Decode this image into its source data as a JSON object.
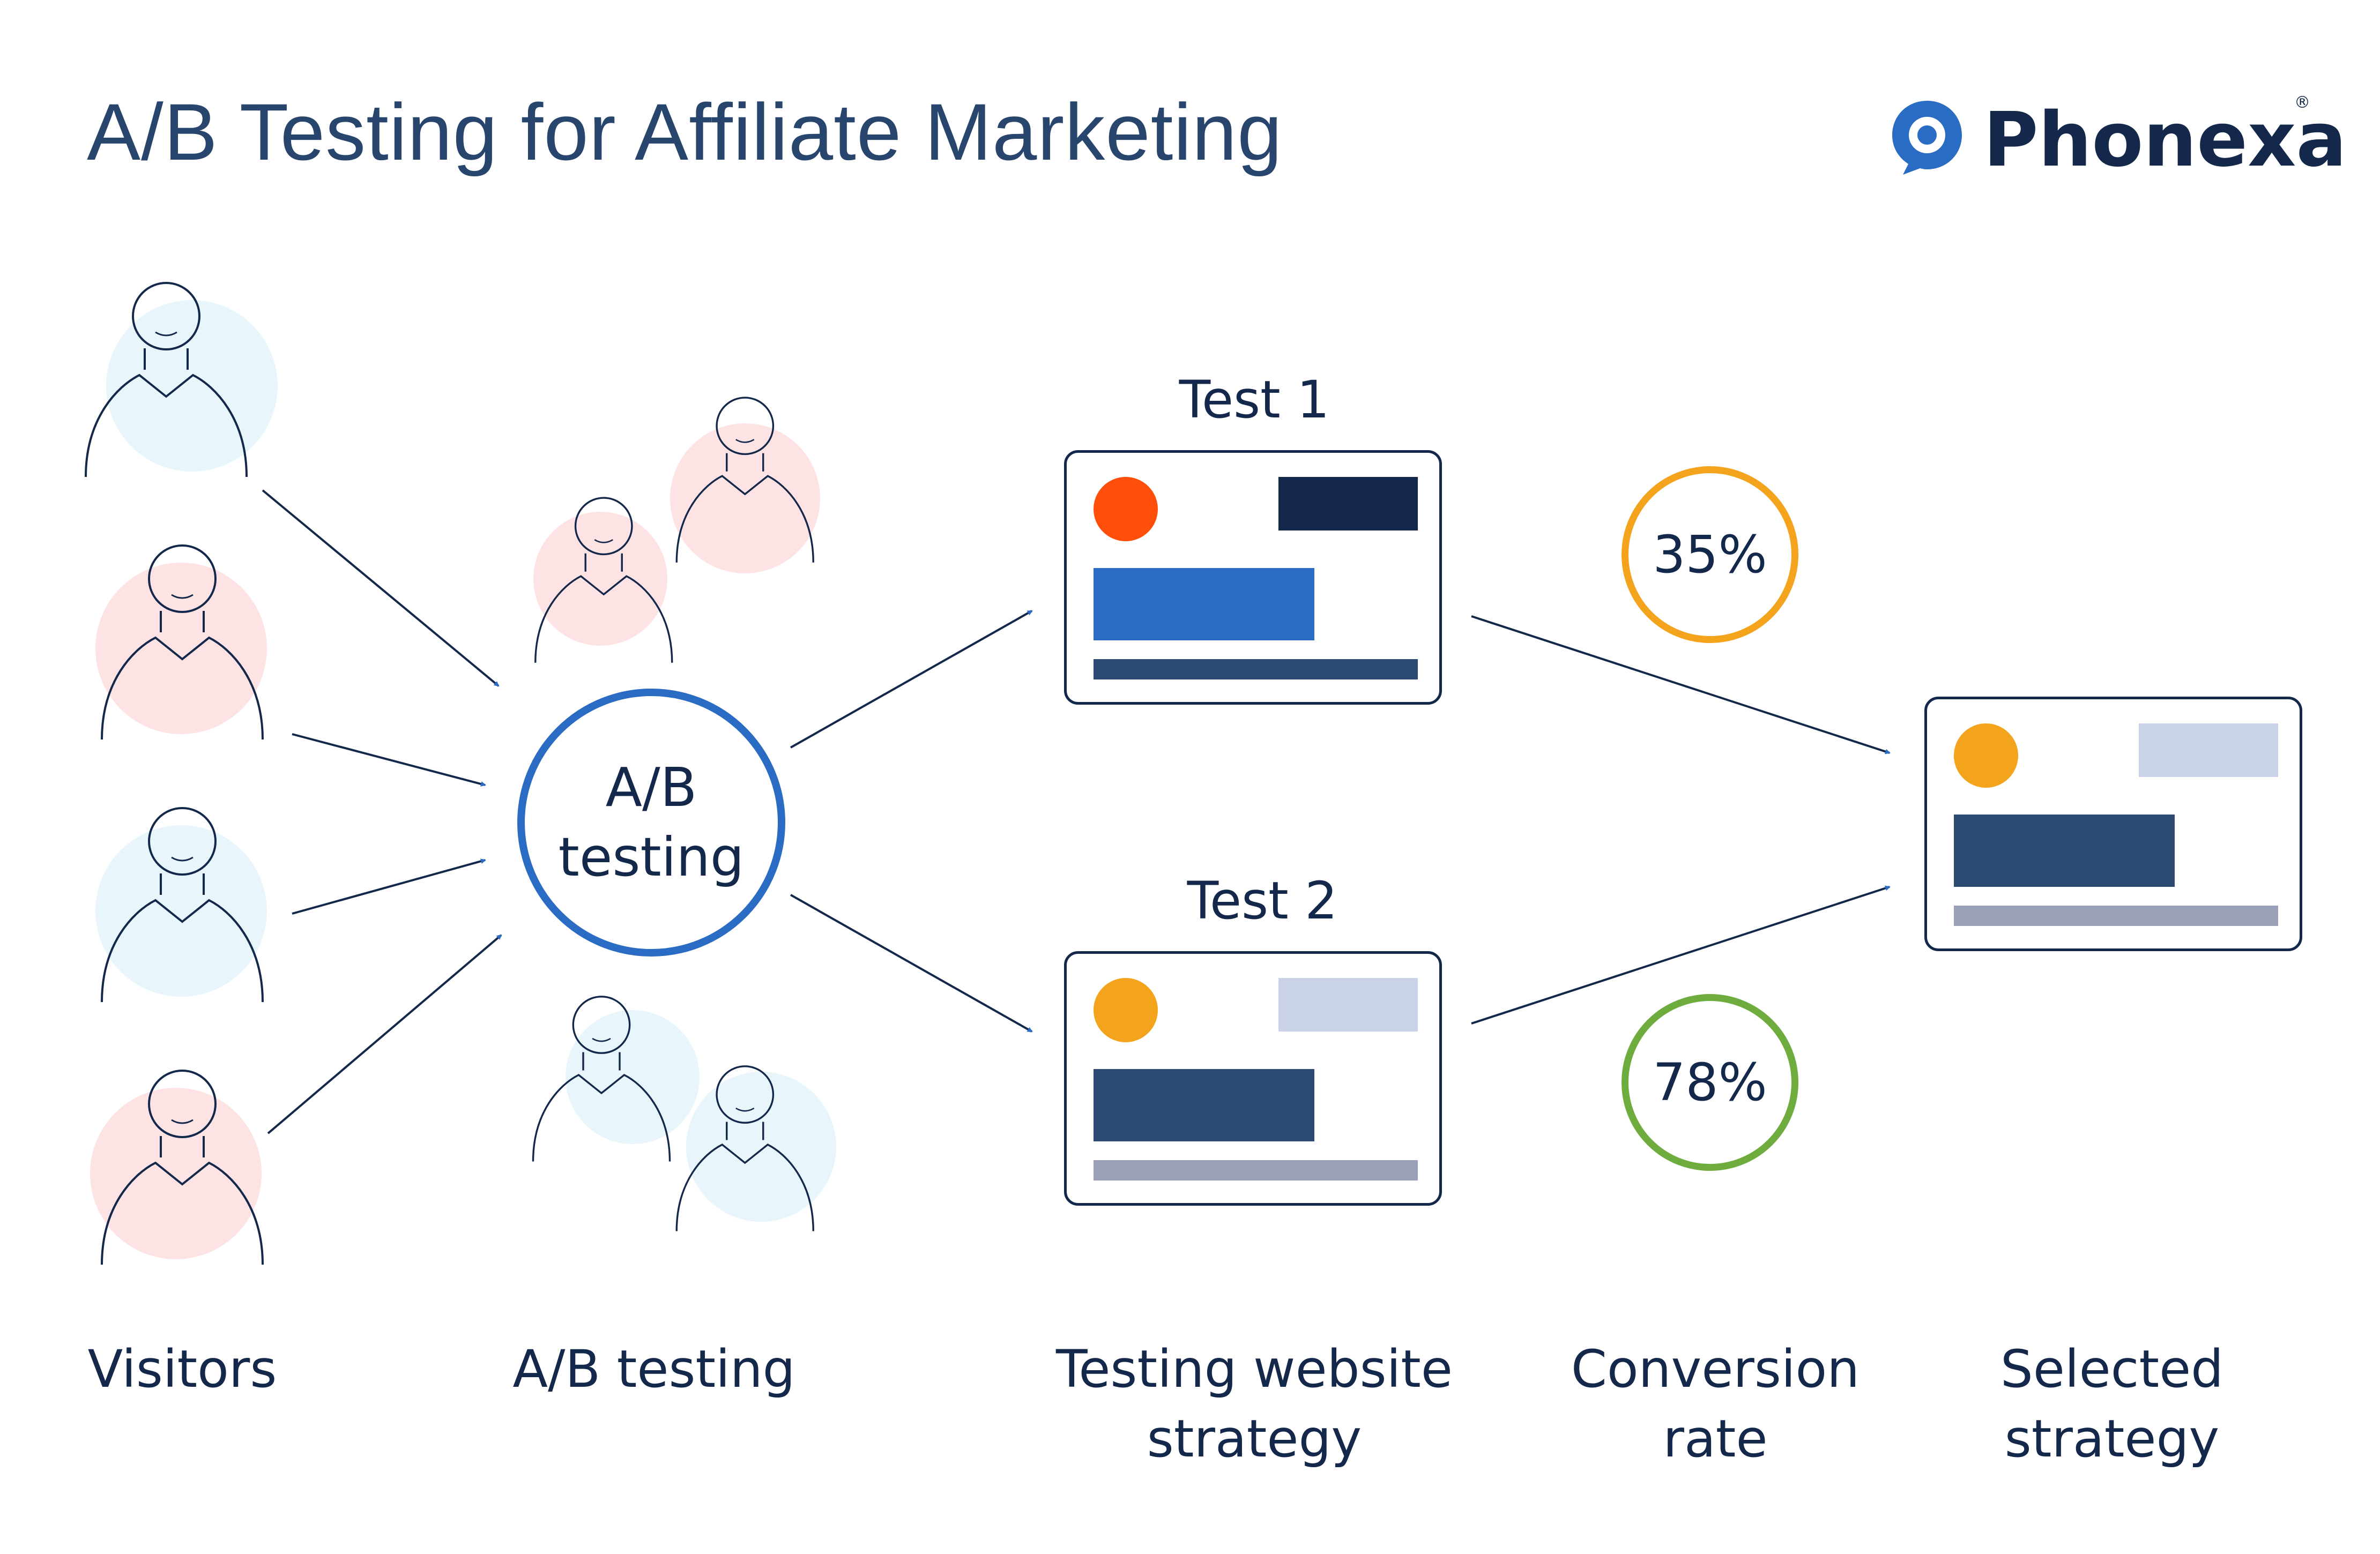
{
  "header": {
    "title": "A/B Testing for Affiliate Marketing",
    "brand_name": "Phonexa",
    "brand_mark": "®",
    "brand_icon": "phonexa-speech-bubble-icon"
  },
  "hub": {
    "line1": "A/B",
    "line2": "testing"
  },
  "tests": [
    {
      "label": "Test 1"
    },
    {
      "label": "Test 2"
    }
  ],
  "rates": [
    {
      "value": "35%",
      "color": "#f4a31c"
    },
    {
      "value": "78%",
      "color": "#6fac3e"
    }
  ],
  "captions": {
    "visitors": "Visitors",
    "ab_testing": "A/B testing",
    "testing_line1": "Testing website",
    "testing_line2": "strategy",
    "conversion_line1": "Conversion",
    "conversion_line2": "rate",
    "selected_line1": "Selected",
    "selected_line2": "strategy"
  },
  "colors": {
    "navy": "#13284a",
    "blue": "#2a6bc4",
    "red_orange": "#ff4d0a",
    "orange": "#f4a31c",
    "slate": "#2d4a72",
    "light_gray": "#c9d2e6",
    "gray_bar": "#9aa0b8",
    "visitor_blue_bg": "#e8f6fc",
    "visitor_pink_bg": "#fde3e4"
  }
}
